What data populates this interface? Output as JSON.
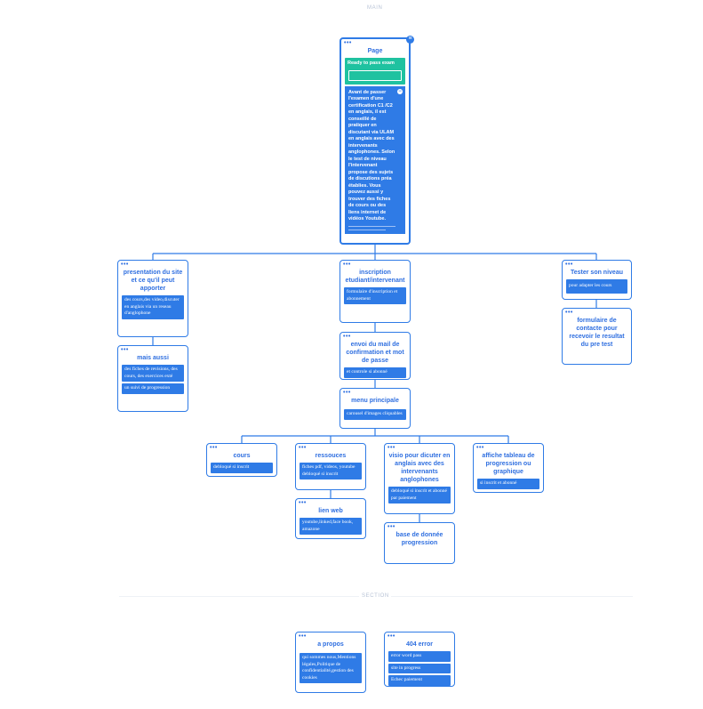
{
  "sections": {
    "main": "MAIN",
    "section": "SECTION"
  },
  "colors": {
    "accent": "#2f7be6",
    "green": "#1fc2a0",
    "background": "#ffffff"
  },
  "page_card": {
    "title": "Page",
    "green_label": "Ready to pass exam",
    "text": "Avant de passer l'examen d'une certification C1 /C2 en anglais, il est conseillé de pratiquer en discutant via ULAM en anglais avec des intervenants anglophones. Selon le test de niveau l'intervenant propose des sujets de discutions préa établies. Vous pouvez aussi y trouver des fiches de cours ou des liens internet de vidéos Youtube."
  },
  "presentation": {
    "title": "presentation du site et ce qu'il peut apporter",
    "text": "des cours,des video,discuter en anglais via un reseau d'anglophone"
  },
  "mais_aussi": {
    "title": "mais aussi",
    "items": [
      "des fiches de revisions, des cours, des exercices exté",
      "un suivi de progression"
    ]
  },
  "inscription": {
    "title": "inscription etudiant/intervenant",
    "text": "formulaire d'inscription et abonnement"
  },
  "envoi": {
    "title": "envoi du mail de confirmation et mot de passe",
    "text": "et controle si abonné"
  },
  "menu": {
    "title": "menu principale",
    "text": "carousel d'images cliquables"
  },
  "tester": {
    "title": "Tester son niveau",
    "text": "pour adapter les cours"
  },
  "formulaire": {
    "title": "formulaire de contacte pour recevoir le resultat du pre test"
  },
  "cours": {
    "title": "cours",
    "text": "debloqué si inscrit"
  },
  "ressources": {
    "title": "ressouces",
    "text": "fiches pdf, videos, youtube debloqué si inscrit"
  },
  "lien_web": {
    "title": "lien web",
    "text": "youtube,linked,face book, amazone"
  },
  "visio": {
    "title": "visio pour dicuter en anglais avec des intervenants anglophones",
    "text": "debloqué si inscrit et abonné par paiement"
  },
  "base": {
    "title": "base de donnée progression"
  },
  "tableau": {
    "title": "affiche tableau de progression ou graphique",
    "text": "si inscrit et abonné"
  },
  "apropos": {
    "title": "a propos",
    "text": "qui sommes nous,Mentions légales,Politique de confidentialité,gestion des cookies"
  },
  "error404": {
    "title": "404 error",
    "items": [
      "error word pass",
      "site in progress",
      "Echec paiement"
    ]
  }
}
